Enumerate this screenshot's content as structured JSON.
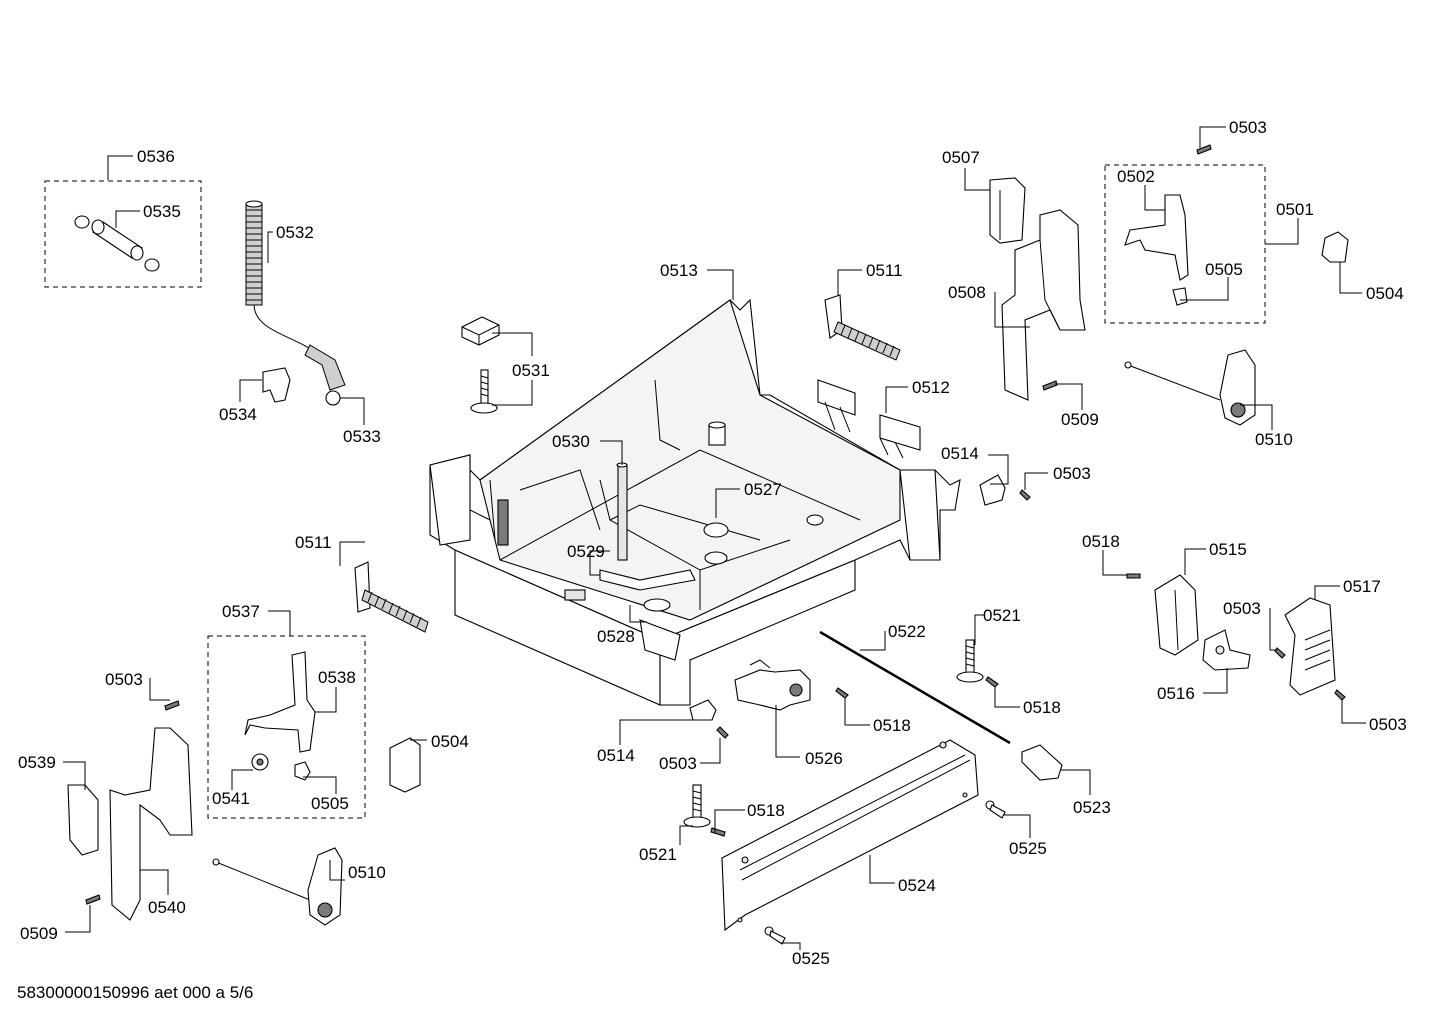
{
  "diagram": {
    "footer": "58300000150996 aet 000 a 5/6",
    "callouts": [
      {
        "id": "c0536",
        "text": "0536"
      },
      {
        "id": "c0535",
        "text": "0535"
      },
      {
        "id": "c0532",
        "text": "0532"
      },
      {
        "id": "c0534",
        "text": "0534"
      },
      {
        "id": "c0533",
        "text": "0533"
      },
      {
        "id": "c0531",
        "text": "0531"
      },
      {
        "id": "c0513",
        "text": "0513"
      },
      {
        "id": "c0511a",
        "text": "0511"
      },
      {
        "id": "c0512",
        "text": "0512"
      },
      {
        "id": "c0530",
        "text": "0530"
      },
      {
        "id": "c0527",
        "text": "0527"
      },
      {
        "id": "c0529",
        "text": "0529"
      },
      {
        "id": "c0528",
        "text": "0528"
      },
      {
        "id": "c0507",
        "text": "0507"
      },
      {
        "id": "c0508",
        "text": "0508"
      },
      {
        "id": "c0509a",
        "text": "0509"
      },
      {
        "id": "c0503a",
        "text": "0503"
      },
      {
        "id": "c0502",
        "text": "0502"
      },
      {
        "id": "c0501",
        "text": "0501"
      },
      {
        "id": "c0505a",
        "text": "0505"
      },
      {
        "id": "c0504a",
        "text": "0504"
      },
      {
        "id": "c0510a",
        "text": "0510"
      },
      {
        "id": "c0514a",
        "text": "0514"
      },
      {
        "id": "c0503b",
        "text": "0503"
      },
      {
        "id": "c0518a",
        "text": "0518"
      },
      {
        "id": "c0515",
        "text": "0515"
      },
      {
        "id": "c0517",
        "text": "0517"
      },
      {
        "id": "c0503c",
        "text": "0503"
      },
      {
        "id": "c0516",
        "text": "0516"
      },
      {
        "id": "c0503d",
        "text": "0503"
      },
      {
        "id": "c0521a",
        "text": "0521"
      },
      {
        "id": "c0518b",
        "text": "0518"
      },
      {
        "id": "c0522",
        "text": "0522"
      },
      {
        "id": "c0511b",
        "text": "0511"
      },
      {
        "id": "c0537",
        "text": "0537"
      },
      {
        "id": "c0538",
        "text": "0538"
      },
      {
        "id": "c0503e",
        "text": "0503"
      },
      {
        "id": "c0504b",
        "text": "0504"
      },
      {
        "id": "c0539",
        "text": "0539"
      },
      {
        "id": "c0541",
        "text": "0541"
      },
      {
        "id": "c0505b",
        "text": "0505"
      },
      {
        "id": "c0540",
        "text": "0540"
      },
      {
        "id": "c0510b",
        "text": "0510"
      },
      {
        "id": "c0509b",
        "text": "0509"
      },
      {
        "id": "c0514b",
        "text": "0514"
      },
      {
        "id": "c0503f",
        "text": "0503"
      },
      {
        "id": "c0526",
        "text": "0526"
      },
      {
        "id": "c0518c",
        "text": "0518"
      },
      {
        "id": "c0523",
        "text": "0523"
      },
      {
        "id": "c0521b",
        "text": "0521"
      },
      {
        "id": "c0518d",
        "text": "0518"
      },
      {
        "id": "c0525a",
        "text": "0525"
      },
      {
        "id": "c0524",
        "text": "0524"
      },
      {
        "id": "c0525b",
        "text": "0525"
      }
    ]
  }
}
